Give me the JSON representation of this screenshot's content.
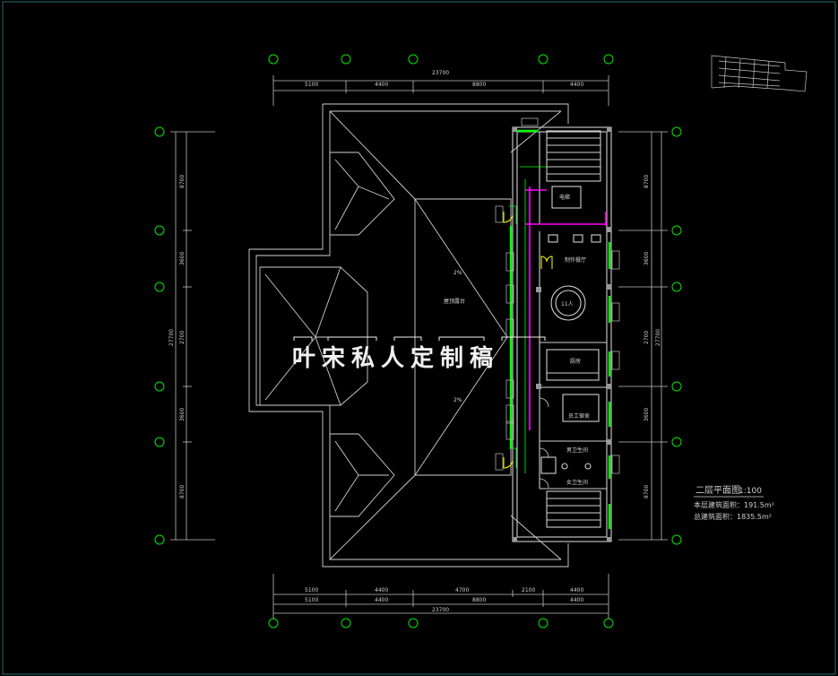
{
  "drawing": {
    "title": "二层平面图",
    "scale": "1:100",
    "area_line_1": "本层建筑面积：191.5m²",
    "area_line_2": "总建筑面积：1835.5m²",
    "watermark": "叶宋私人定制稿"
  },
  "dimensions": {
    "top_segments": [
      "5100",
      "4400",
      "8800",
      "4400"
    ],
    "top_total": "23700",
    "left_segments": [
      "8700",
      "3600",
      "2700",
      "3600",
      "8700"
    ],
    "left_total": "27700",
    "right_segments": [
      "8700",
      "3600",
      "2700",
      "3600",
      "8700"
    ],
    "right_total": "27700",
    "bottom_row1": [
      "5100",
      "4400",
      "4700",
      "2100",
      "4400"
    ],
    "bottom_row2": [
      "5100",
      "4400",
      "8800",
      "4400"
    ],
    "bottom_total": "23700"
  },
  "rooms": {
    "dining": "制作餐厅",
    "private_room": "11人",
    "kitchen": "厨房",
    "staff": "员工宿舍",
    "mens_wc": "男卫生间",
    "womens_wc": "女卫生间",
    "roof_terrace": "屋顶露台",
    "elevator": "电梯",
    "slope_1": "2%",
    "slope_2": "2%"
  },
  "colors": {
    "background": "#000000",
    "grid_axis": "#00e600",
    "wall": "#cfcfcf",
    "glazing": "#00ff00",
    "partition": "#ff00ff",
    "door": "#ffff00"
  }
}
